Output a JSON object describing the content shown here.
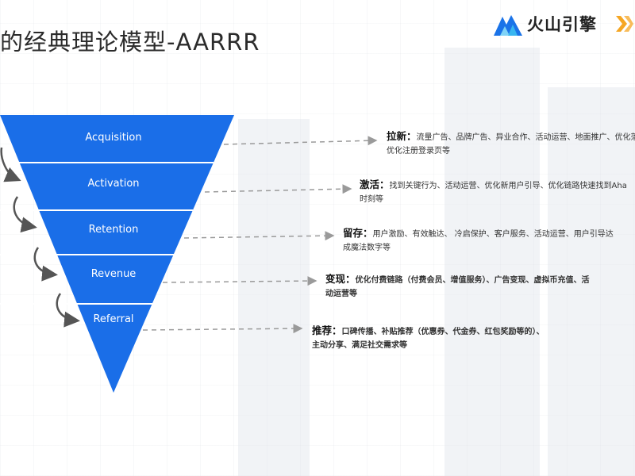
{
  "title": "的经典理论模型-AARRR",
  "logo": {
    "text": "火山引擎",
    "colors": {
      "primary": "#1a73e8",
      "secondary": "#f5a623"
    }
  },
  "stages": [
    {
      "label": "Acquisition",
      "term": "拉新",
      "sep": "：",
      "line1": "流量广告、品牌广告、异业合作、活动运营、地面推广、优化落",
      "line2": "优化注册登录页等"
    },
    {
      "label": "Activation",
      "term": "激活",
      "sep": "：",
      "line1": "找到关键行为、活动运营、优化新用户引导、优化链路快速找到Aha",
      "line2": "时刻等"
    },
    {
      "label": "Retention",
      "term": "留存",
      "sep": "：",
      "line1": "用户激励、有效触达、 冷启保护、客户服务、活动运营、用户引导达",
      "line2": "成魔法数字等"
    },
    {
      "label": "Revenue",
      "term": "变现",
      "sep": "：",
      "line1": "优化付费链路（付费会员、增值服务）、广告变现、虚拟币充值、活",
      "line2": "动运营等"
    },
    {
      "label": "Referral",
      "term": "推荐",
      "sep": "：",
      "line1": "口碑传播、补贴推荐（优惠券、代金券、红包奖励等的）、",
      "line2": "主动分享、满足社交需求等"
    }
  ],
  "colors": {
    "funnel": "#1a6ee8",
    "divider": "#ffffff",
    "arrow": "#9a9a9a",
    "curve": "#555555"
  },
  "icons": {
    "stage-arrow": "dashed-arrow-right-icon",
    "loop": "curved-arrow-icon"
  }
}
